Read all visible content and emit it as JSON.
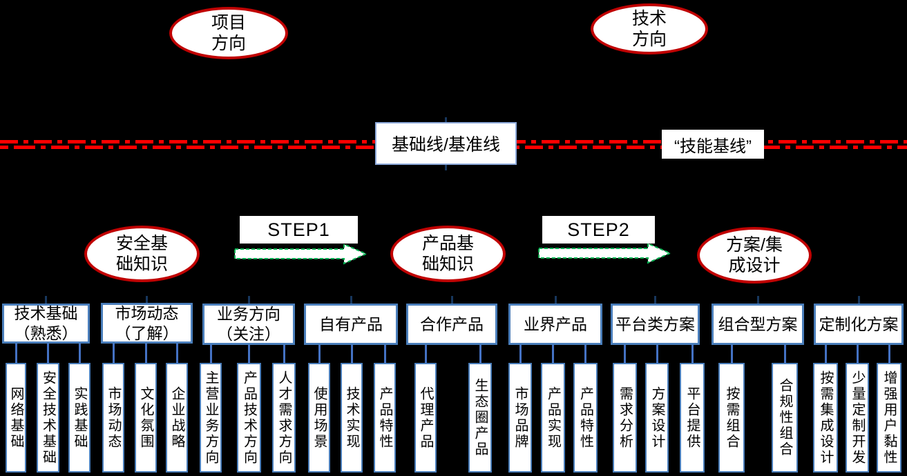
{
  "colors": {
    "background": "#000000",
    "baseline_dash": "#ff0000",
    "ellipse_border": "#c00000",
    "box_border": "#4a7ebb",
    "connector_blue": "#4472c4",
    "arrow_green": "#00b050"
  },
  "top": {
    "project_direction": "项目\n方向",
    "tech_direction": "技术\n方向"
  },
  "baseline": {
    "center_label": "基础线/基准线",
    "right_label": "“技能基线”"
  },
  "stages": {
    "security_basics": "安全基\n础知识",
    "product_basics": "产品基\n础知识",
    "solution_design": "方案/集\n成设计",
    "step1": "STEP1",
    "step2": "STEP2"
  },
  "groups": [
    {
      "header": "技术基础\n（熟悉）",
      "items": [
        "网络基础",
        "安全技术基础",
        "实践基础"
      ]
    },
    {
      "header": "市场动态\n（了解）",
      "items": [
        "市场动态",
        "文化氛围",
        "企业战略"
      ]
    },
    {
      "header": "业务方向\n（关注）",
      "items": [
        "主营业务方向",
        "产品技术方向",
        "人才需求方向"
      ]
    },
    {
      "header": "自有产品",
      "items": [
        "使用场景",
        "技术实现",
        "产品特性"
      ]
    },
    {
      "header": "合作产品",
      "items": [
        "代理产品",
        "生态圈产品"
      ]
    },
    {
      "header": "业界产品",
      "items": [
        "市场品牌",
        "产品实现",
        "产品特性"
      ]
    },
    {
      "header": "平台类方案",
      "items": [
        "需求分析",
        "方案设计",
        "平台提供"
      ]
    },
    {
      "header": "组合型方案",
      "items": [
        "按需组合",
        "合规性组合"
      ]
    },
    {
      "header": "定制化方案",
      "items": [
        "按需集成设计",
        "少量定制开发",
        "增强用户黏性"
      ]
    }
  ]
}
